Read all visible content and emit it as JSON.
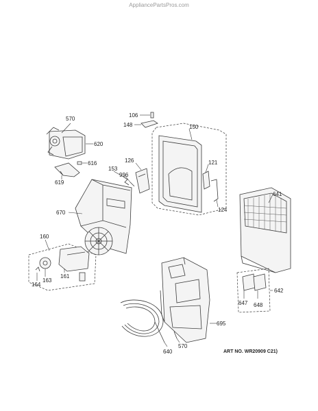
{
  "watermark": "AppliancePartsPros.com",
  "art_number": "ART NO. WR20909 C21)",
  "callouts": {
    "c570a": "570",
    "c620": "620",
    "c616": "616",
    "c619": "619",
    "c106": "106",
    "c148": "148",
    "c150": "150",
    "c121": "121",
    "c124": "124",
    "c126": "126",
    "c153": "153",
    "c996": "996",
    "c670": "670",
    "c641": "641",
    "c160": "160",
    "c161": "161",
    "c163": "163",
    "c164": "164",
    "c642": "642",
    "c647": "647",
    "c648": "648",
    "c695": "695",
    "c640": "640",
    "c570b": "570"
  }
}
